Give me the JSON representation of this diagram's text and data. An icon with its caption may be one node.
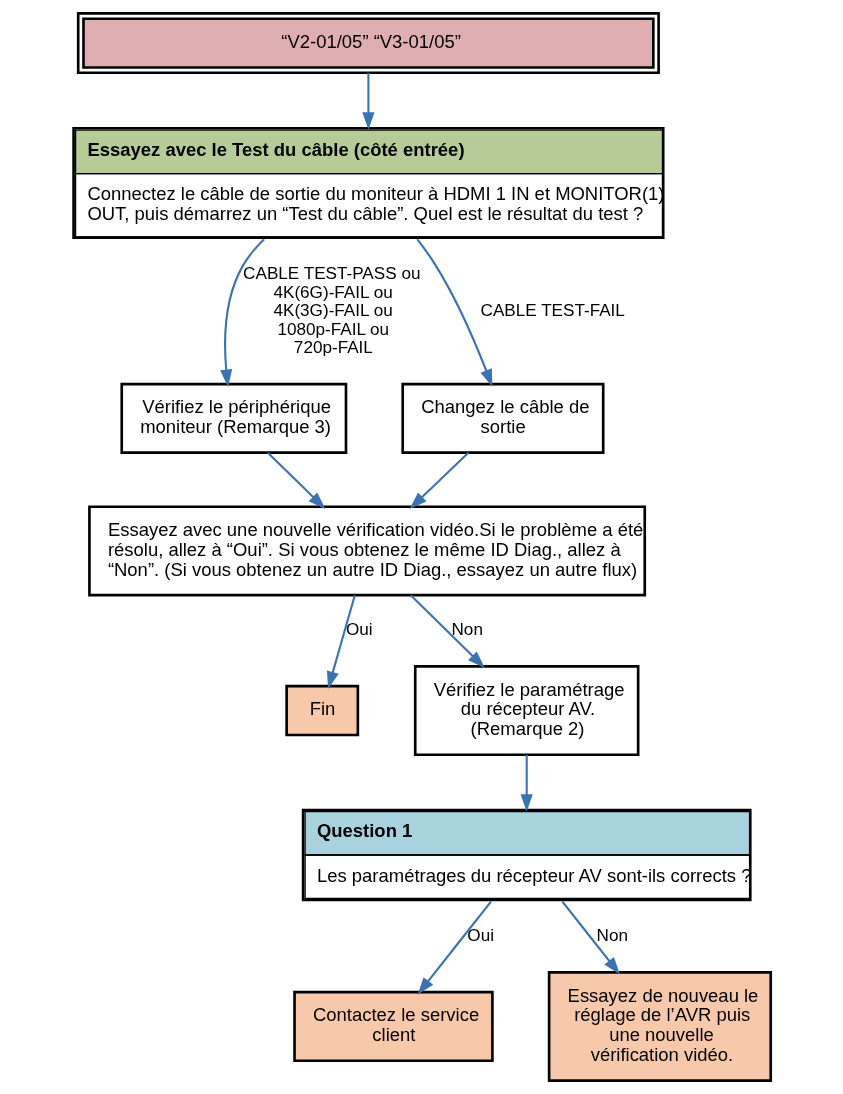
{
  "diagram": {
    "nodes": [
      {
        "text": [
          "“V2-01/05” “V3-01/05”"
        ]
      },
      {
        "text": [
          "Essayez avec le Test du câble (côté entrée)",
          "Connectez le câble de sortie du moniteur à HDMI 1 IN et MONITOR(1) OUT, puis démarrez un “Test du câble”. Quel est le résultat du test ?"
        ]
      },
      {
        "text": [
          "Vérifiez le périphérique moniteur (Remarque 3)"
        ]
      },
      {
        "text": [
          "Changez le câble de sortie"
        ]
      },
      {
        "text": [
          "Essayez avec une nouvelle vérification vidéo.Si le problème a été résolu, allez à “Oui”. Si vous obtenez le même ID Diag., allez à “Non”. (Si vous obtenez un autre ID Diag., essayez un autre flux)"
        ]
      },
      {
        "text": [
          "Fin"
        ]
      },
      {
        "text": [
          "Vérifiez le paramétrage du récepteur AV. (Remarque 2)"
        ]
      },
      {
        "text": [
          "Question 1",
          "Les paramétrages du récepteur AV sont-ils corrects ?"
        ]
      },
      {
        "text": [
          "Contactez le service client"
        ]
      },
      {
        "text": [
          "Essayez de nouveau le réglage de l’AVR puis une nouvelle vérification vidéo."
        ]
      }
    ],
    "edges": [
      {
        "from": 0,
        "to": 1,
        "arrow": "to"
      },
      {
        "from": 1,
        "to": 2,
        "arrow": "to",
        "label": "CABLE TEST-PASS ou 4K(6G)-FAIL ou 4K(3G)-FAIL ou 1080p-FAIL ou 720p-FAIL"
      },
      {
        "from": 1,
        "to": 3,
        "arrow": "to",
        "label": "CABLE TEST-FAIL"
      },
      {
        "from": 2,
        "to": 4,
        "arrow": "to"
      },
      {
        "from": 3,
        "to": 4,
        "arrow": "to"
      },
      {
        "from": 4,
        "to": 5,
        "arrow": "to",
        "label": "Oui"
      },
      {
        "from": 4,
        "to": 6,
        "arrow": "to",
        "label": "Non"
      },
      {
        "from": 6,
        "to": 7,
        "arrow": "to"
      },
      {
        "from": 7,
        "to": 8,
        "arrow": "to",
        "label": "Oui"
      },
      {
        "from": 7,
        "to": 9,
        "arrow": "to",
        "label": "Non"
      }
    ]
  }
}
